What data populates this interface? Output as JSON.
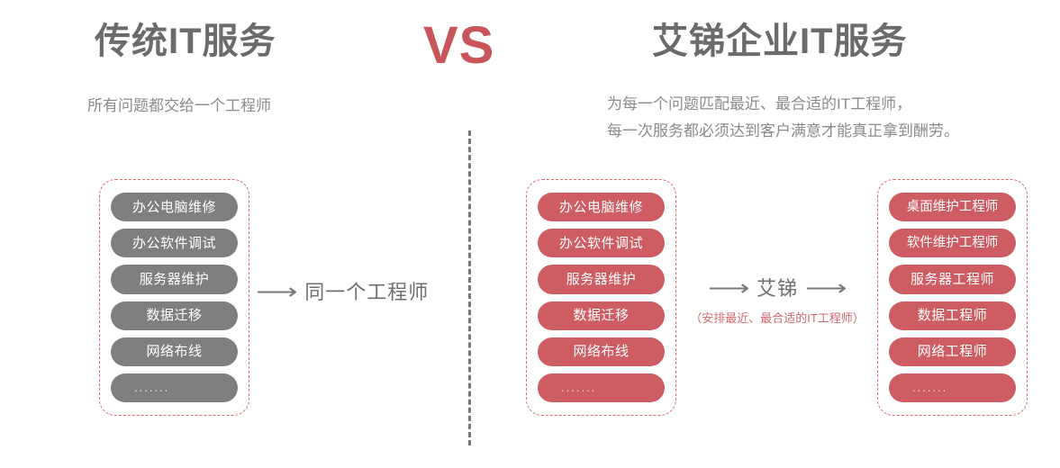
{
  "left_panel": {
    "title": "传统IT服务",
    "subtitle": "所有问题都交给一个工程师",
    "services": [
      "办公电脑维修",
      "办公软件调试",
      "服务器维护",
      "数据迁移",
      "网络布线",
      "......."
    ],
    "flow": {
      "arrow": "⟶",
      "label": "同一个工程师"
    }
  },
  "vs_label": "VS",
  "right_panel": {
    "title": "艾锑企业IT服务",
    "subtitle_line1": "为每一个问题匹配最近、最合适的IT工程师，",
    "subtitle_line2": "每一次服务都必须达到客户满意才能真正拿到酬劳。",
    "services": [
      "办公电脑维修",
      "办公软件调试",
      "服务器维护",
      "数据迁移",
      "网络布线",
      "......."
    ],
    "flow": {
      "arrow_in": "⟶",
      "label": "艾锑",
      "arrow_out": "⟶",
      "note": "（安排最近、最合适的IT工程师）"
    },
    "engineers": [
      "桌面维护工程师",
      "软件维护工程师",
      "服务器工程师",
      "数据工程师",
      "网络工程师",
      "......."
    ]
  },
  "colors": {
    "brand_red": "#cd5c63",
    "vs_red": "#c8555a",
    "dashed_red": "#e0686e",
    "gray_pill": "#7f7f7f",
    "title_gray": "#6b6b6b",
    "subtitle_gray": "#8b8b8b",
    "divider_gray": "#767676"
  }
}
